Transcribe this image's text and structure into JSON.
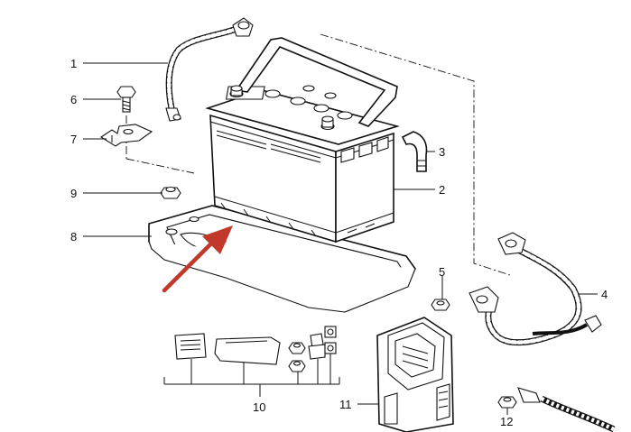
{
  "callouts": [
    {
      "id": "1",
      "text": "1"
    },
    {
      "id": "2",
      "text": "2"
    },
    {
      "id": "3",
      "text": "3"
    },
    {
      "id": "4",
      "text": "4"
    },
    {
      "id": "5",
      "text": "5"
    },
    {
      "id": "6",
      "text": "6"
    },
    {
      "id": "7",
      "text": "7"
    },
    {
      "id": "8",
      "text": "8"
    },
    {
      "id": "9",
      "text": "9"
    },
    {
      "id": "10",
      "text": "10"
    },
    {
      "id": "11",
      "text": "11"
    },
    {
      "id": "12",
      "text": "12"
    }
  ],
  "colors": {
    "line": "#111111",
    "arrow": "#c0392b",
    "background": "#ffffff"
  }
}
